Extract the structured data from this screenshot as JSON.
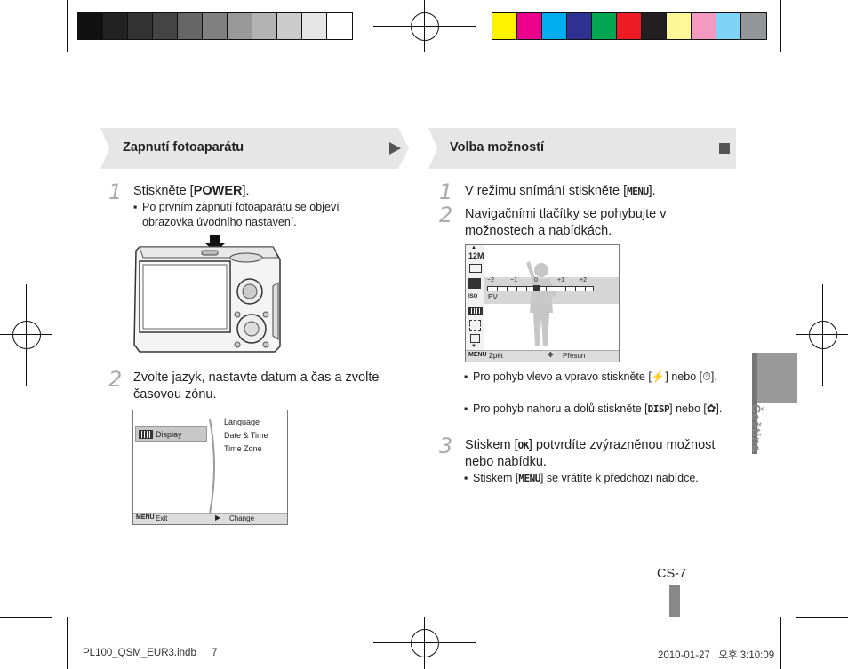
{
  "page": {
    "left_header": "Zapnutí fotoaparátu",
    "right_header": "Volba možností",
    "side_tab_label": "Čeština",
    "page_number": "CS-7",
    "footer_left": "PL100_QSM_EUR3.indb",
    "footer_page": "7",
    "footer_right": "2010-01-27   오후 3:10:09"
  },
  "left": {
    "step1": {
      "num": "1",
      "text_pre": "Stiskněte [",
      "text_key": "POWER",
      "text_post": "].",
      "bullet": "Po prvním zapnutí fotoaparátu se objeví obrazovka úvodního nastavení."
    },
    "step2": {
      "num": "2",
      "text": "Zvolte jazyk, nastavte datum a čas a zvolte časovou zónu."
    },
    "screen": {
      "menu_item": "Display",
      "options": [
        "Language",
        "Date & Time",
        "Time Zone"
      ],
      "foot_left_icon": "MENU",
      "foot_left": "Exit",
      "foot_right": "Change"
    }
  },
  "right": {
    "step1": {
      "num": "1",
      "text_pre": "V režimu snímání stiskněte [",
      "text_key": "MENU",
      "text_post": "]."
    },
    "step2": {
      "num": "2",
      "text": "Navigačními tlačítky se pohybujte v možnostech a nabídkách."
    },
    "screen": {
      "ev_label": "EV",
      "scale": [
        "−2",
        "−1",
        "0",
        "+1",
        "+2"
      ],
      "foot_left_icon": "MENU",
      "foot_left": "Zpět",
      "foot_right": "Přesun"
    },
    "bullets": [
      {
        "pre": "Pro pohyb vlevo a vpravo stiskněte [",
        "sym1": "⚡",
        "mid": "] nebo [",
        "sym2": "⏱",
        "post": "]."
      },
      {
        "pre": "Pro pohyb nahoru a dolů stiskněte [",
        "key": "DISP",
        "mid": "] nebo [",
        "sym2": "✿",
        "post": "]."
      }
    ],
    "step3": {
      "num": "3",
      "text_pre": "Stiskem [",
      "text_key": "OK",
      "text_post": "] potvrdíte zvýrazněnou možnost nebo nabídku.",
      "bullet_pre": "Stiskem [",
      "bullet_key": "MENU",
      "bullet_post": "] se vrátíte k předchozí nabídce."
    }
  },
  "colors": {
    "grays": [
      "#111111",
      "#222222",
      "#333333",
      "#444444",
      "#666666",
      "#808080",
      "#999999",
      "#b3b3b3",
      "#cccccc",
      "#e6e6e6",
      "#ffffff"
    ],
    "cmyk": [
      "#fff200",
      "#ec008c",
      "#00aeef",
      "#2e3192",
      "#00a651",
      "#ed1c24",
      "#231f20",
      "#fff799",
      "#f49ac1",
      "#7fd3f7",
      "#939598"
    ]
  }
}
